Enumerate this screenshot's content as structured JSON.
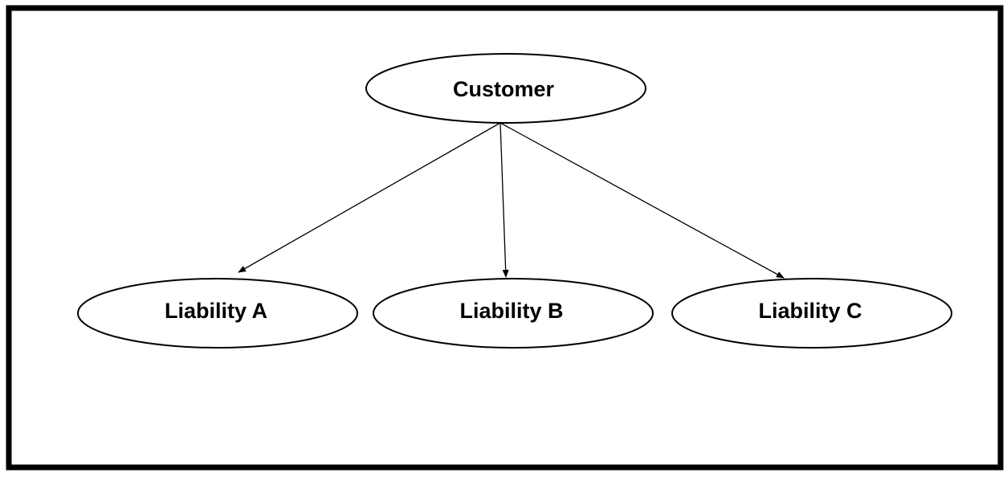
{
  "diagram": {
    "nodes": {
      "customer": {
        "label": "Customer"
      },
      "liability_a": {
        "label": "Liability A"
      },
      "liability_b": {
        "label": "Liability B"
      },
      "liability_c": {
        "label": "Liability C"
      }
    },
    "edges": [
      {
        "from": "Customer",
        "to": "Liability A"
      },
      {
        "from": "Customer",
        "to": "Liability B"
      },
      {
        "from": "Customer",
        "to": "Liability C"
      }
    ],
    "colors": {
      "stroke": "#000000",
      "fill": "#ffffff"
    }
  }
}
